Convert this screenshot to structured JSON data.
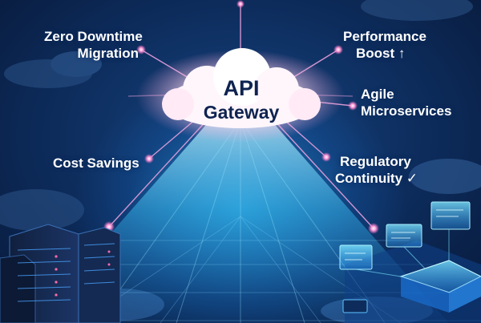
{
  "title_line1": "API",
  "title_line2": "Gateway",
  "labels": {
    "zero_downtime": [
      "Zero Downtime",
      "Migration"
    ],
    "performance": [
      "Performance",
      "Boost ↑"
    ],
    "agile": [
      "Agile",
      "Microservices"
    ],
    "cost": [
      "Cost Savings"
    ],
    "regulatory": [
      "Regulatory",
      "Continuity ✓"
    ]
  },
  "colors": {
    "background": "#0d2c5c",
    "beam": "#2fc4ff",
    "line": "#f0a0e0",
    "node": "#ff8fd6",
    "cloud": "#ffffff"
  }
}
